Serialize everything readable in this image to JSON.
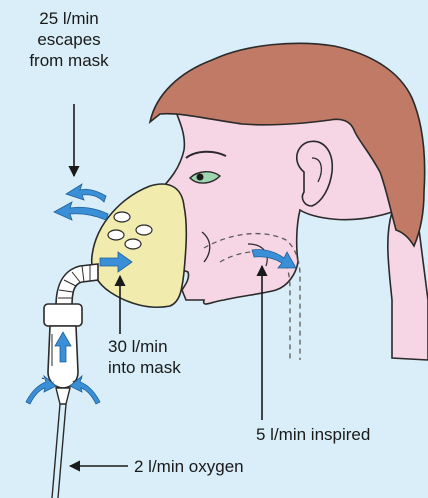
{
  "labels": {
    "escape_line1": "25 l/min",
    "escape_line2": "escapes",
    "escape_line3": "from mask",
    "into_line1": "30 l/min",
    "into_line2": "into mask",
    "inspired": "5 l/min inspired",
    "oxygen": "2 l/min oxygen"
  },
  "colors": {
    "background": "#d9eef8",
    "skin": "#f6d6e4",
    "hair": "#c07a66",
    "mask": "#f1ecae",
    "flow_arrow": "#3a8fd6",
    "outline": "#2a2a2a"
  }
}
